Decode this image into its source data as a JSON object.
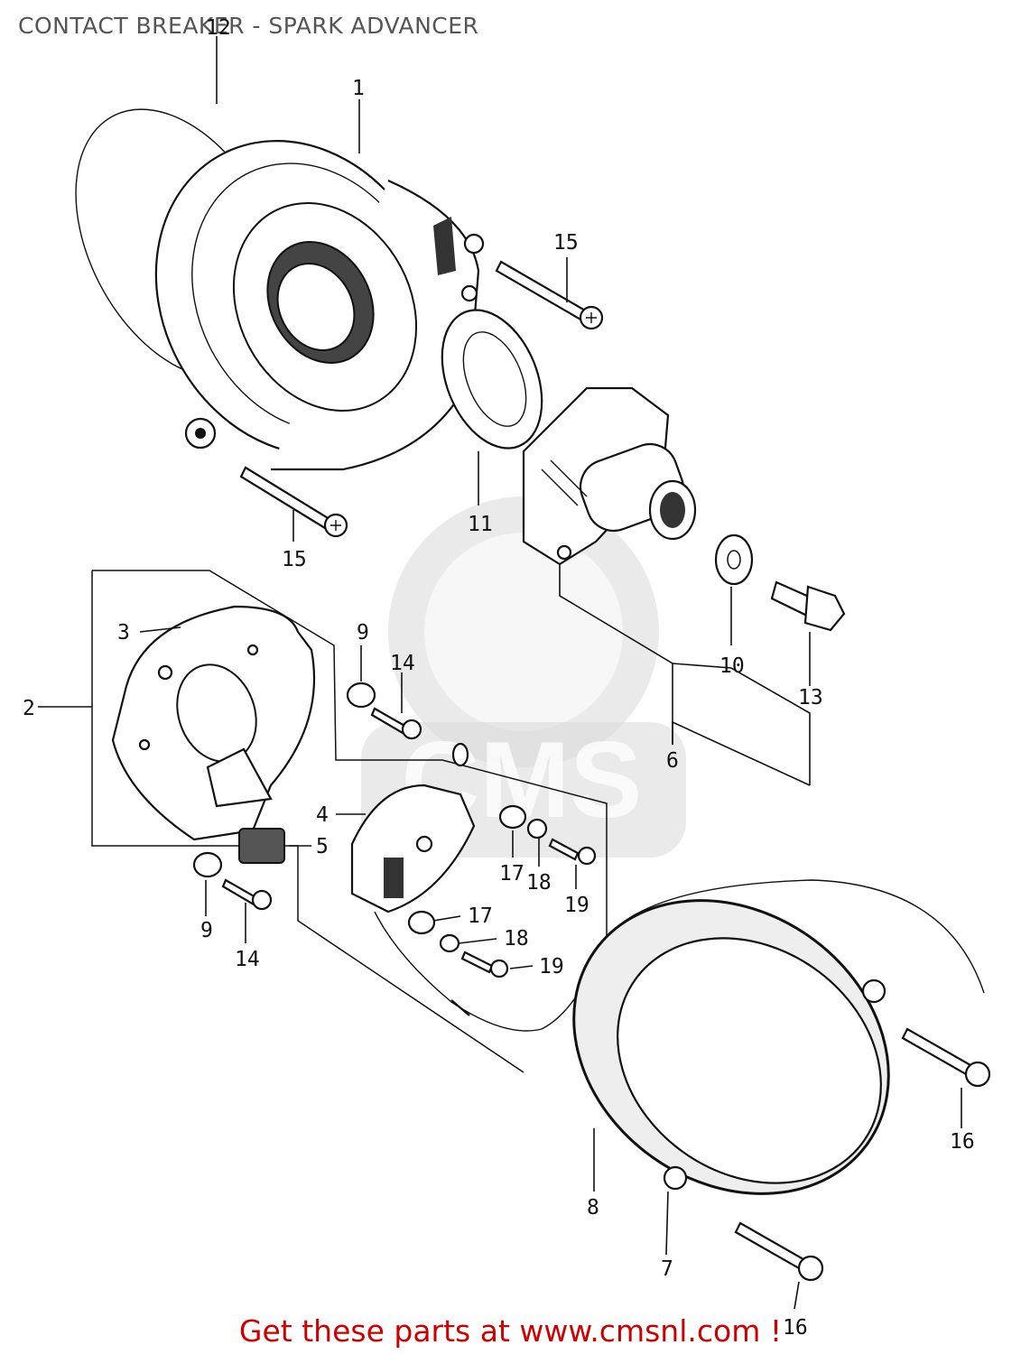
{
  "title": "CONTACT BREAKER - SPARK ADVANCER",
  "footer": {
    "text": "Get these parts at www.cmsnl.com !",
    "color": "#cc0000"
  },
  "watermark": {
    "text": "CMS"
  },
  "callouts": [
    "12",
    "1",
    "15",
    "15",
    "11",
    "3",
    "9",
    "14",
    "2",
    "4",
    "5",
    "9",
    "14",
    "10",
    "13",
    "6",
    "17",
    "18",
    "19",
    "17",
    "18",
    "19",
    "16",
    "8",
    "7",
    "16"
  ]
}
